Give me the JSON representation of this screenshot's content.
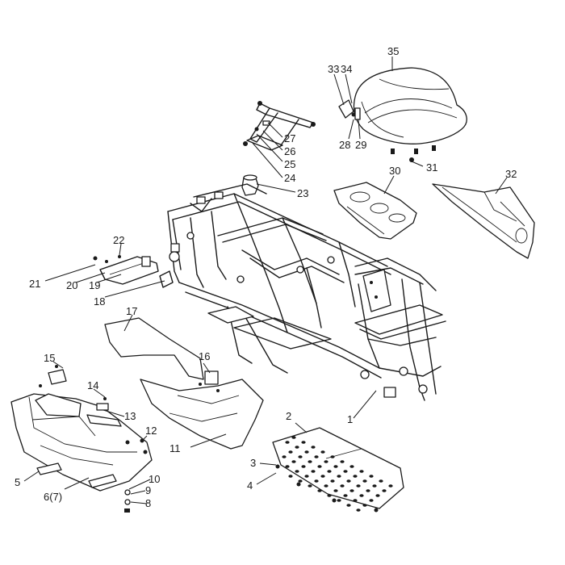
{
  "callouts": [
    {
      "id": "35",
      "label": "35"
    },
    {
      "id": "33",
      "label": "33"
    },
    {
      "id": "34",
      "label": "34"
    },
    {
      "id": "28",
      "label": "28"
    },
    {
      "id": "29",
      "label": "29"
    },
    {
      "id": "31",
      "label": "31"
    },
    {
      "id": "27",
      "label": "27"
    },
    {
      "id": "26",
      "label": "26"
    },
    {
      "id": "25",
      "label": "25"
    },
    {
      "id": "24",
      "label": "24"
    },
    {
      "id": "23",
      "label": "23"
    },
    {
      "id": "30",
      "label": "30"
    },
    {
      "id": "32",
      "label": "32"
    },
    {
      "id": "22",
      "label": "22"
    },
    {
      "id": "21",
      "label": "21"
    },
    {
      "id": "20",
      "label": "20"
    },
    {
      "id": "19",
      "label": "19"
    },
    {
      "id": "18",
      "label": "18"
    },
    {
      "id": "17",
      "label": "17"
    },
    {
      "id": "16",
      "label": "16"
    },
    {
      "id": "15",
      "label": "15"
    },
    {
      "id": "14",
      "label": "14"
    },
    {
      "id": "13",
      "label": "13"
    },
    {
      "id": "12",
      "label": "12"
    },
    {
      "id": "11",
      "label": "11"
    },
    {
      "id": "10",
      "label": "10"
    },
    {
      "id": "9",
      "label": "9"
    },
    {
      "id": "8",
      "label": "8"
    },
    {
      "id": "6",
      "label": "6(7)"
    },
    {
      "id": "5",
      "label": "5"
    },
    {
      "id": "4",
      "label": "4"
    },
    {
      "id": "3",
      "label": "3"
    },
    {
      "id": "2",
      "label": "2"
    },
    {
      "id": "1",
      "label": "1"
    }
  ]
}
